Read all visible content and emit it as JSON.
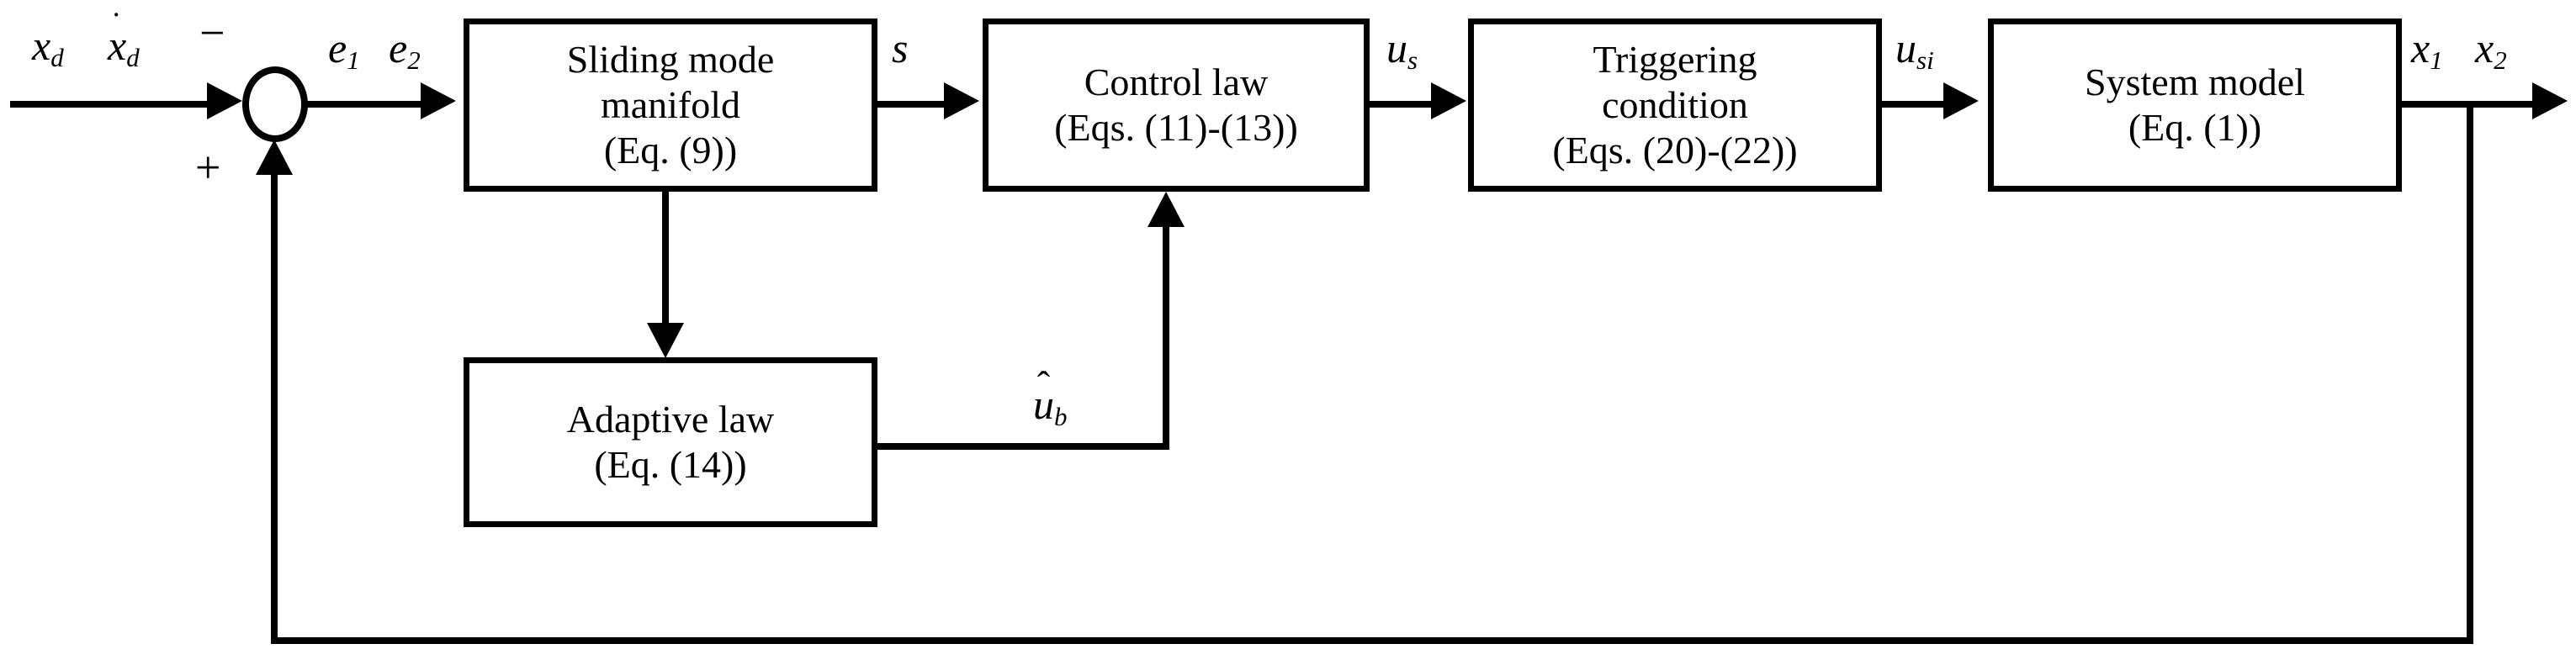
{
  "diagram": {
    "title": "Adaptive sliding mode event-triggered control block diagram",
    "background_color": "#ffffff",
    "line_color": "#000000"
  },
  "blocks": [
    {
      "id": "sliding-mode-manifold",
      "lines": [
        "Sliding mode",
        "manifold",
        "(Eq. (9))"
      ]
    },
    {
      "id": "control-law",
      "lines": [
        "Control law",
        "(Eqs. (11)-(13))"
      ]
    },
    {
      "id": "triggering-condition",
      "lines": [
        "Triggering",
        "condition",
        "(Eqs. (20)-(22))"
      ]
    },
    {
      "id": "system-model",
      "lines": [
        "System model",
        "(Eq. (1))"
      ]
    },
    {
      "id": "adaptive-law",
      "lines": [
        "Adaptive law",
        "(Eq. (14))"
      ]
    }
  ],
  "signals": {
    "reference_x": "x",
    "reference_x_sub": "d",
    "reference_xdot": "x",
    "reference_xdot_sub": "d",
    "reference_xdot_accent": "˙",
    "error_1": "e",
    "error_1_sub": "1",
    "error_2": "e",
    "error_2_sub": "2",
    "sliding_surface": "s",
    "control_output": "u",
    "control_output_sub": "s",
    "triggered_output": "u",
    "triggered_output_sub": "si",
    "adaptive_estimate": "u",
    "adaptive_estimate_sub": "b",
    "adaptive_estimate_accent": "̂",
    "state_1": "x",
    "state_1_sub": "1",
    "state_2": "x",
    "state_2_sub": "2"
  },
  "summing_junction": {
    "negative_sign": "−",
    "positive_sign": "+"
  }
}
